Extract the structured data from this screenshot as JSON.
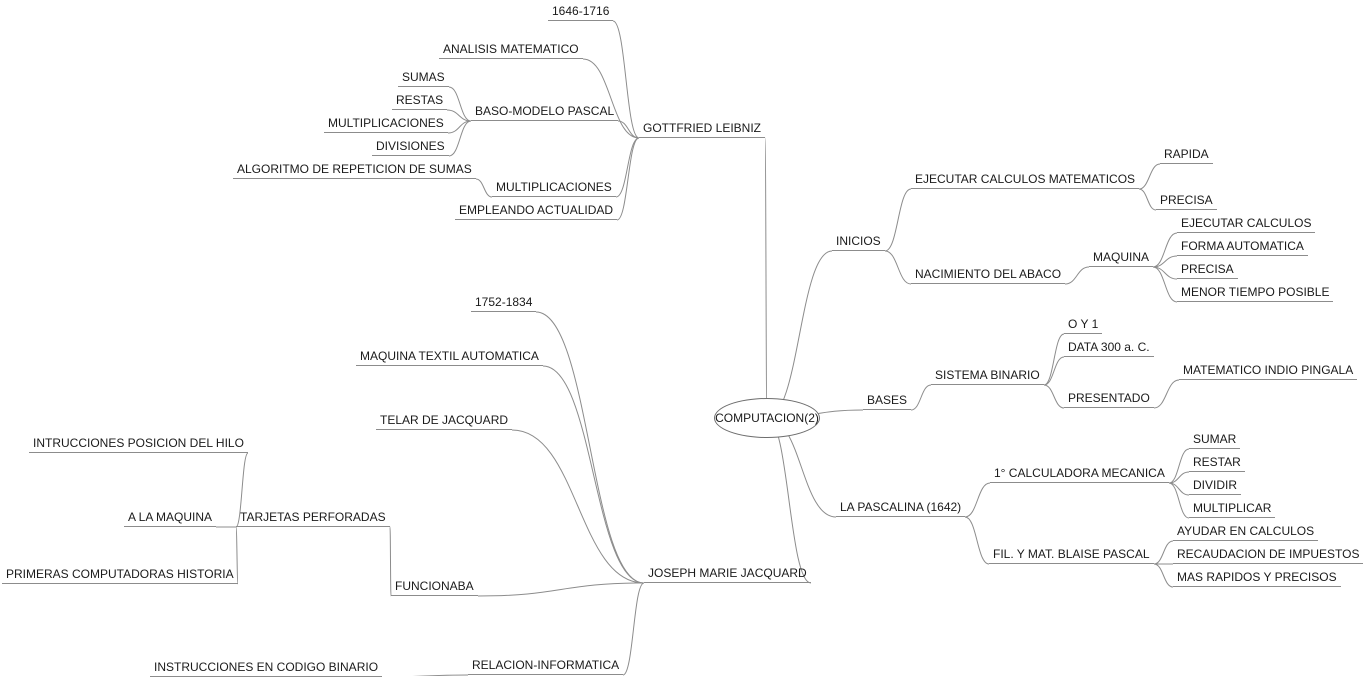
{
  "root": "COMPUTACION(2)",
  "nodes": {
    "leibniz": "GOTTFRIED LEIBNIZ",
    "l_years": "1646-1716",
    "l_analisis": "ANALISIS MATEMATICO",
    "l_baso": "BASO-MODELO PASCAL",
    "l_sumas": "SUMAS",
    "l_restas": "RESTAS",
    "l_multiplicaciones_op": "MULTIPLICACIONES",
    "l_divisiones": "DIVISIONES",
    "l_multiplicaciones": "MULTIPLICACIONES",
    "l_algoritmo": "ALGORITMO DE REPETICION DE SUMAS",
    "l_empleando": "EMPLEANDO ACTUALIDAD",
    "jacquard": "JOSEPH MARIE JACQUARD",
    "j_years": "1752-1834",
    "j_maquina": "MAQUINA TEXTIL AUTOMATICA",
    "j_telar": "TELAR DE JACQUARD",
    "j_funcionaba": "FUNCIONABA",
    "j_tarjetas": "TARJETAS PERFORADAS",
    "j_instrucciones_pos": "INTRUCCIONES POSICION DEL HILO",
    "j_alamaquina": "A LA MAQUINA",
    "j_primeras": "PRIMERAS COMPUTADORAS HISTORIA",
    "j_relacion": "RELACION-INFORMATICA",
    "j_codigo": "INSTRUCCIONES EN CODIGO BINARIO",
    "inicios": "INICIOS",
    "i_ejecutar": "EJECUTAR CALCULOS MATEMATICOS",
    "i_rapida": "RAPIDA",
    "i_precisa": "PRECISA",
    "i_nacimiento": "NACIMIENTO DEL ABACO",
    "i_maquina": "MAQUINA",
    "i_ejec_calc": "EJECUTAR CALCULOS",
    "i_forma": "FORMA AUTOMATICA",
    "i_precisa2": "PRECISA",
    "i_menor": "MENOR TIEMPO POSIBLE",
    "bases": "BASES",
    "b_sistema": "SISTEMA BINARIO",
    "b_oy1": "O Y 1",
    "b_data": "DATA 300 a. C.",
    "b_presentado": "PRESENTADO",
    "b_pingala": "MATEMATICO INDIO PINGALA",
    "pascalina": "LA PASCALINA (1642)",
    "p_calc": "1° CALCULADORA MECANICA",
    "p_sumar": "SUMAR",
    "p_restar": "RESTAR",
    "p_dividir": "DIVIDIR",
    "p_multiplicar": "MULTIPLICAR",
    "p_fil": "FIL. Y MAT. BLAISE PASCAL",
    "p_ayudar": "AYUDAR EN CALCULOS",
    "p_recaudacion": "RECAUDACION DE IMPUESTOS",
    "p_mas": "MAS RAPIDOS Y PRECISOS"
  },
  "colors": {
    "line": "#8c8c8c",
    "text": "#1a1a1a",
    "background": "#ffffff"
  }
}
